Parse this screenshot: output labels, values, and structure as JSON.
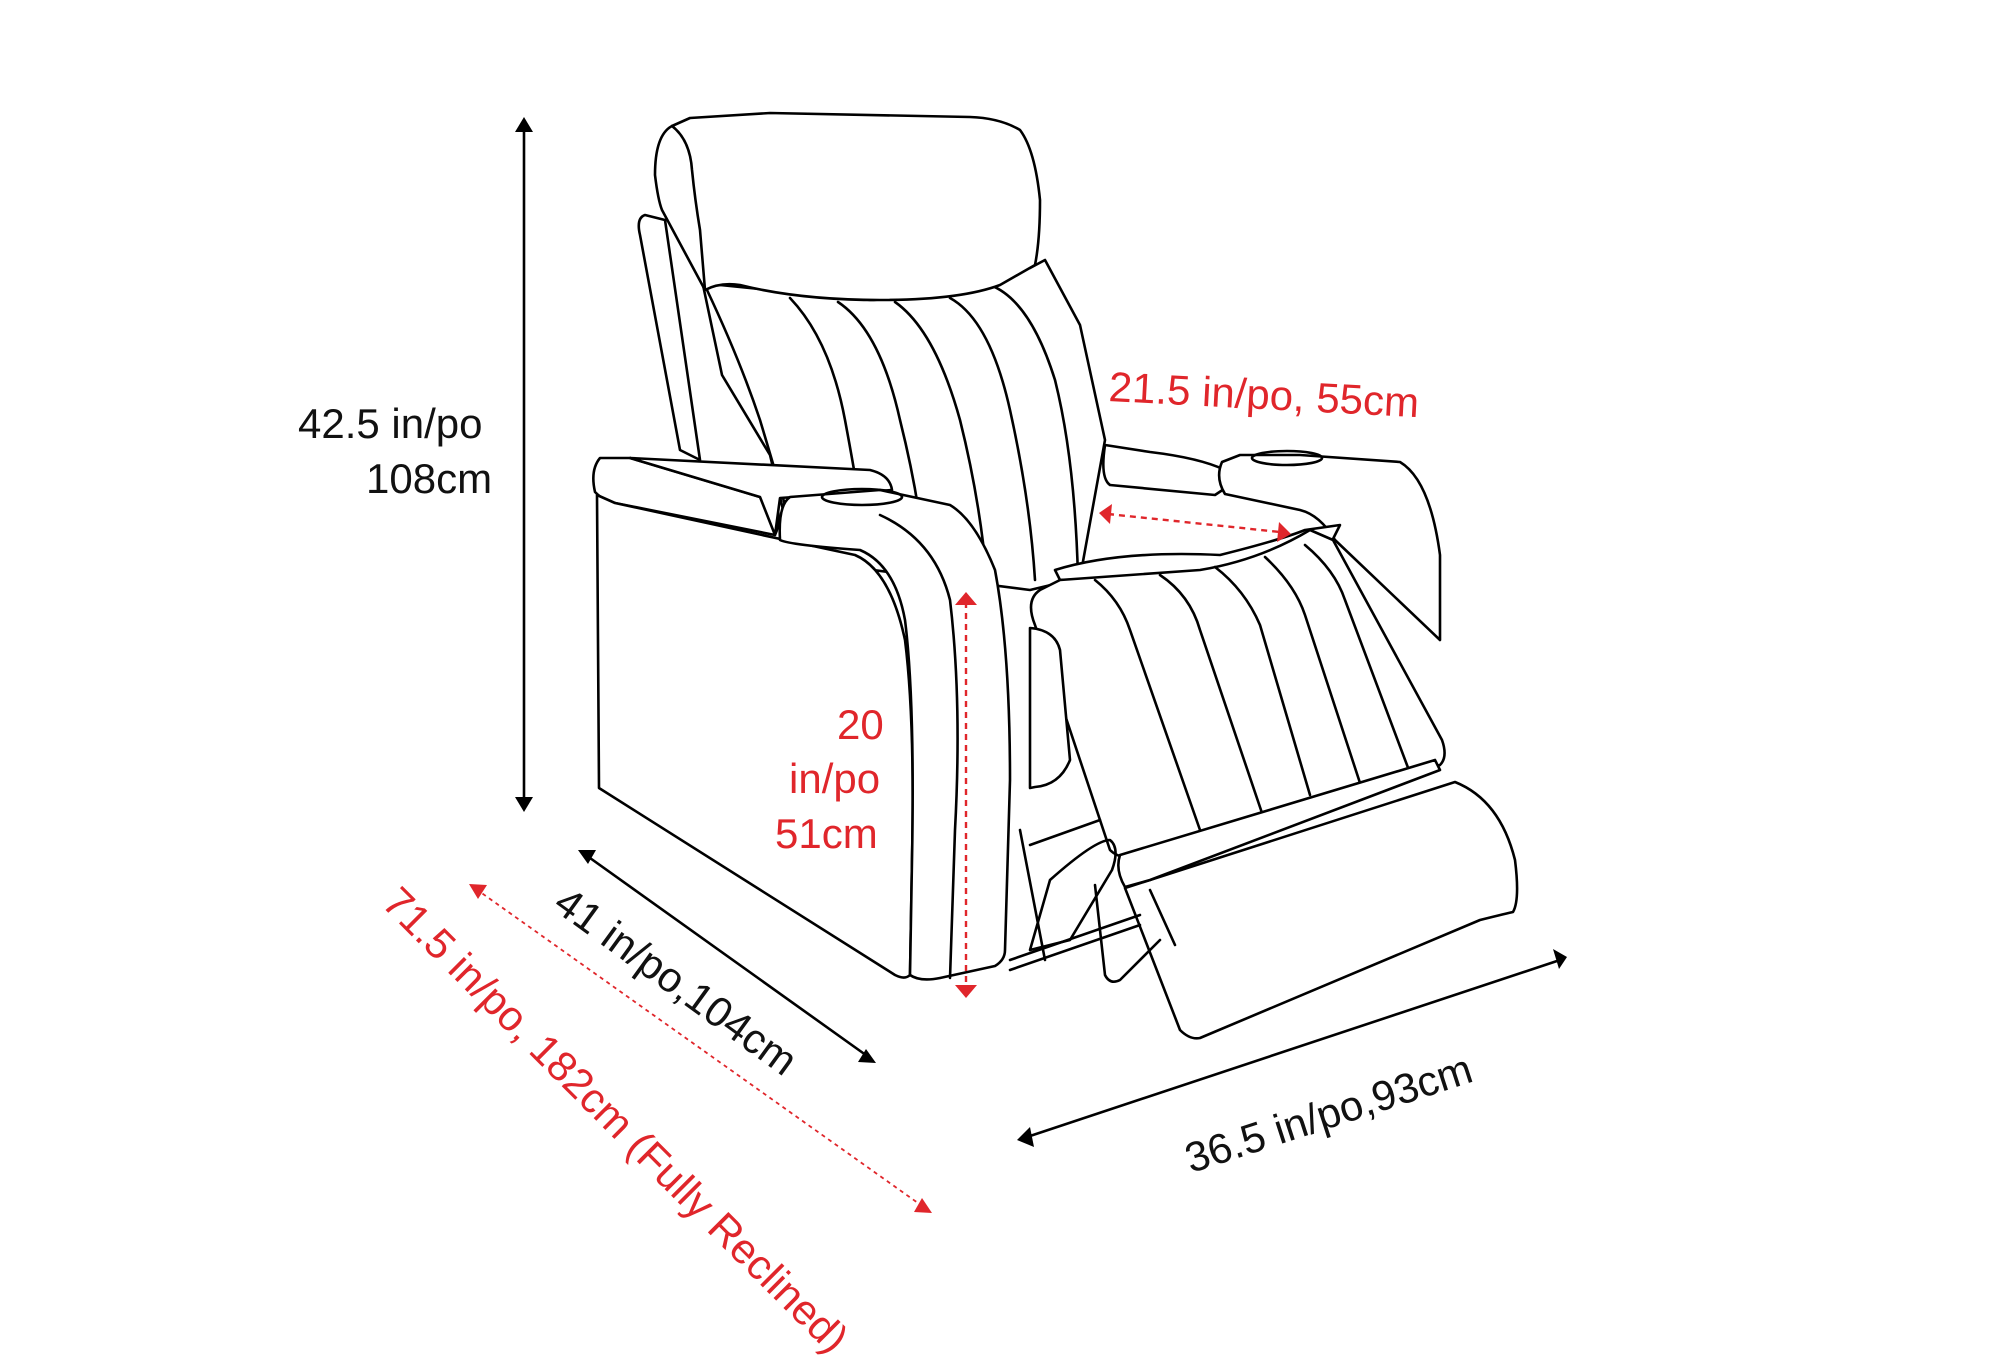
{
  "diagram": {
    "subject": "Power recliner chair dimension line drawing",
    "colors": {
      "outline": "#000000",
      "primary_dimension": "#111111",
      "secondary_dimension": "#e0262b",
      "background": "#ffffff"
    },
    "dimensions": {
      "height": {
        "line1": "42.5 in/po",
        "line2": "108cm",
        "color": "black"
      },
      "seat_width": {
        "text": "21.5 in/po, 55cm",
        "color": "red"
      },
      "seat_height": {
        "line1": "20",
        "line2": "in/po",
        "line3": "51cm",
        "color": "red"
      },
      "depth": {
        "text": "41 in/po,104cm",
        "color": "black"
      },
      "depth_reclined": {
        "text": "71.5 in/po, 182cm (Fully Reclined)",
        "color": "red"
      },
      "width": {
        "text": "36.5 in/po,93cm",
        "color": "black"
      }
    }
  }
}
